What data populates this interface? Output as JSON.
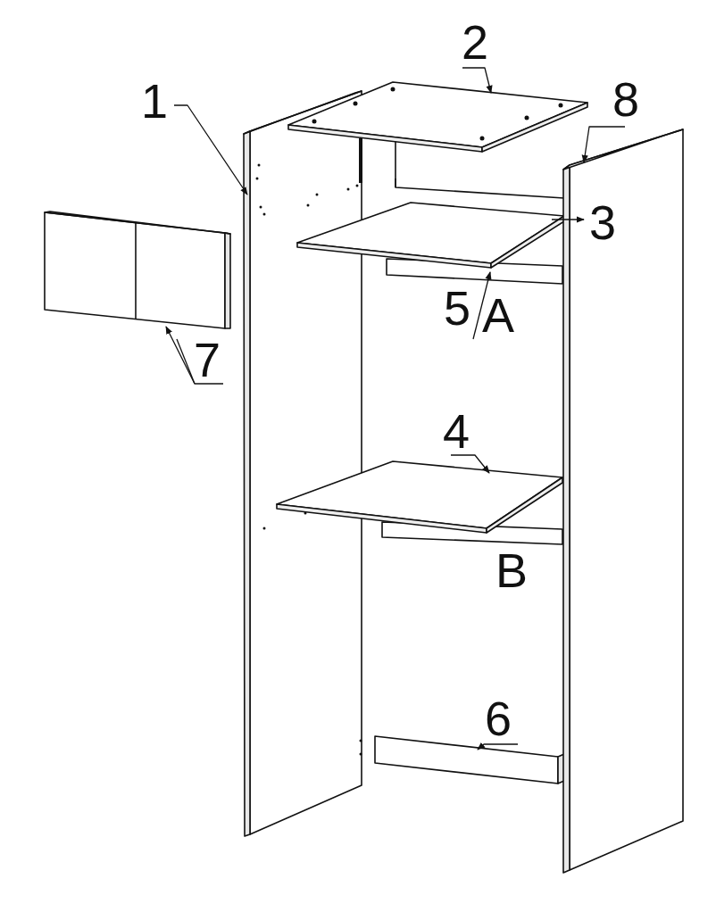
{
  "diagram": {
    "labels": [
      "1",
      "2",
      "8",
      "3",
      "5",
      "A",
      "7",
      "4",
      "B",
      "6"
    ]
  }
}
